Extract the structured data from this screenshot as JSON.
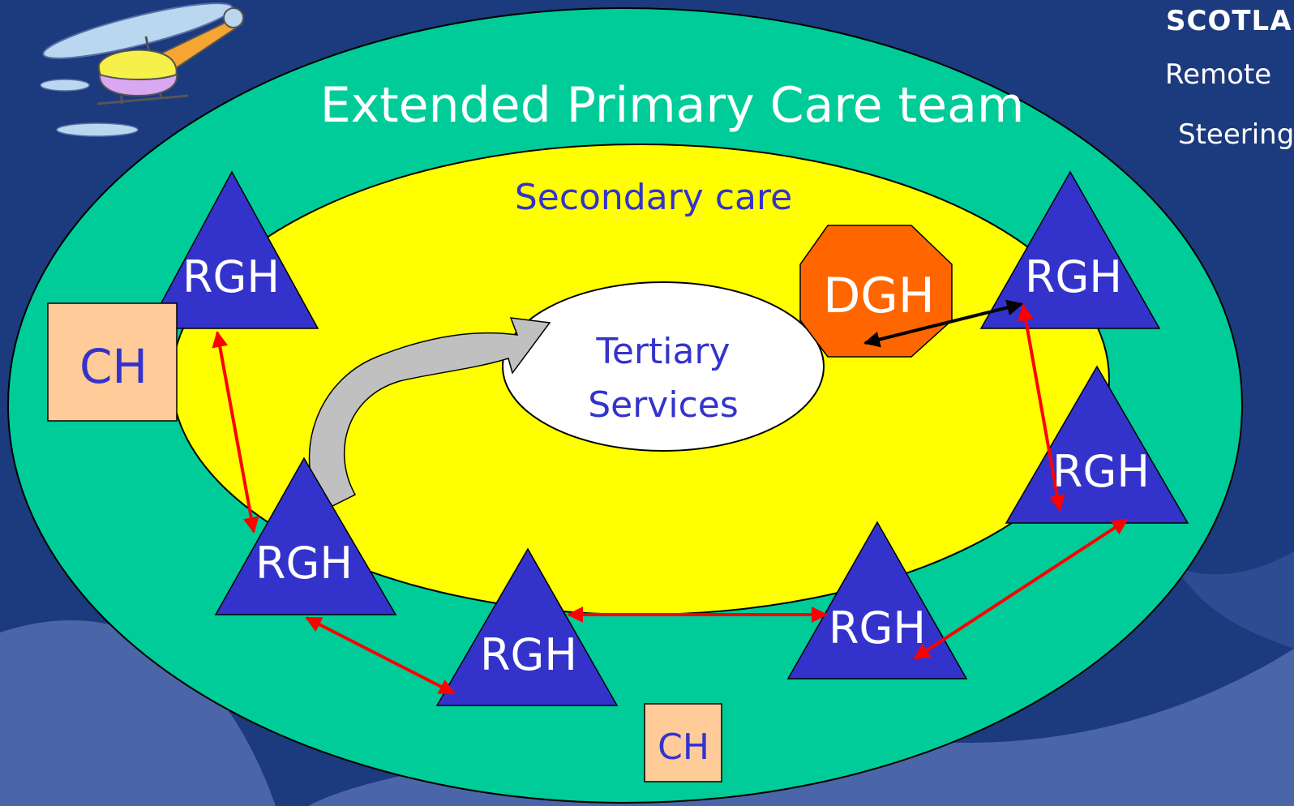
{
  "header": {
    "org": "SCOTLA",
    "line1": "Remote",
    "line2": "Steering"
  },
  "diagram": {
    "outer_label": "Extended Primary Care team",
    "secondary_label": "Secondary care",
    "tertiary_line1": "Tertiary",
    "tertiary_line2": "Services",
    "dgh_label": "DGH",
    "ch_left_label": "CH",
    "ch_bottom_label": "CH",
    "rgh_labels": [
      "RGH",
      "RGH",
      "RGH",
      "RGH",
      "RGH",
      "RGH"
    ]
  },
  "colors": {
    "background": "#1c3a7e",
    "outer_ellipse": "#00cc99",
    "secondary_ellipse": "#ffff00",
    "rgh": "#3333cc",
    "dgh": "#ff6600",
    "ch": "#ffcc99",
    "link_red": "#ff0000",
    "link_black": "#000000"
  }
}
